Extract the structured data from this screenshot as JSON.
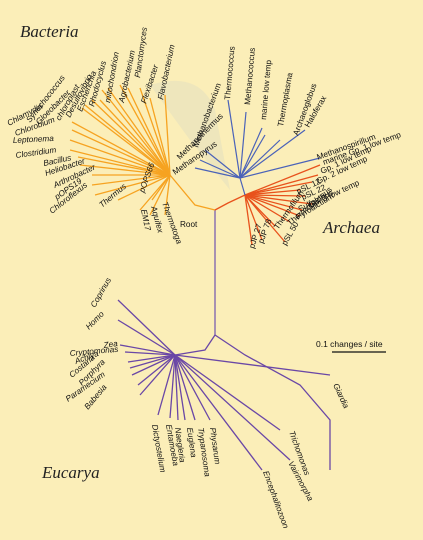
{
  "domains": {
    "bacteria": "Bacteria",
    "archaea": "Archaea",
    "eucarya": "Eucarya"
  },
  "root_label": "Root",
  "scale_label": "0.1 changes / site",
  "colors": {
    "background": "#fbeeb8",
    "bacteria": "#f6a321",
    "archaea": "#e8521c",
    "archaea_blue": "#4a62b8",
    "eucarya": "#6a47a6",
    "root": "#7a5fb0"
  },
  "bacteria_taxa": [
    "Thermotoga",
    "Aquifex",
    "EM17",
    "pOPS66",
    "Thermus",
    "Chloroflexus",
    "pOPS19",
    "Arthrobacter",
    "Heliobacter",
    "Bacillus",
    "Clostridium",
    "Leptonema",
    "Chlorobium",
    "Chlamydia",
    "Gloeobacter",
    "Synechococcus",
    "chloroplast",
    "Desulfovibrio",
    "Escherichia",
    "Rhodocyclus",
    "mitochondrion",
    "Agrobacterium",
    "Planctomyces",
    "Flexibacter",
    "Flavobacterium"
  ],
  "archaea_taxa": [
    "Methanobacterium",
    "Methanothermus",
    "Methanopyrus",
    "Thermococcus",
    "Methanococcus",
    "marine low temp",
    "Thermoplasma",
    "Archaeoglobus",
    "Haloferax",
    "Methanospirillum",
    "marine Gp. 1 low temp",
    "Gp. 1 low temp",
    "Gp. 2 low temp",
    "pSL 12",
    "pSL 22",
    "Gp. 3 low temp",
    "Sulfolobus",
    "Pyrodictium",
    "Thermoproteus",
    "Thermofilum",
    "pSL 50",
    "pJP 78",
    "pJP 27"
  ],
  "eucarya_taxa": [
    "Coprinus",
    "Homo",
    "Zea",
    "Cryptomonas",
    "Achlya",
    "Costaria",
    "Porphyra",
    "Paramecium",
    "Babesia",
    "Dictyostelium",
    "Entamoeba",
    "Naegleria",
    "Euglena",
    "Trypanosoma",
    "Physarum",
    "Encephalitozoon",
    "Vairimorpha",
    "Trichomonas",
    "Giardia"
  ]
}
